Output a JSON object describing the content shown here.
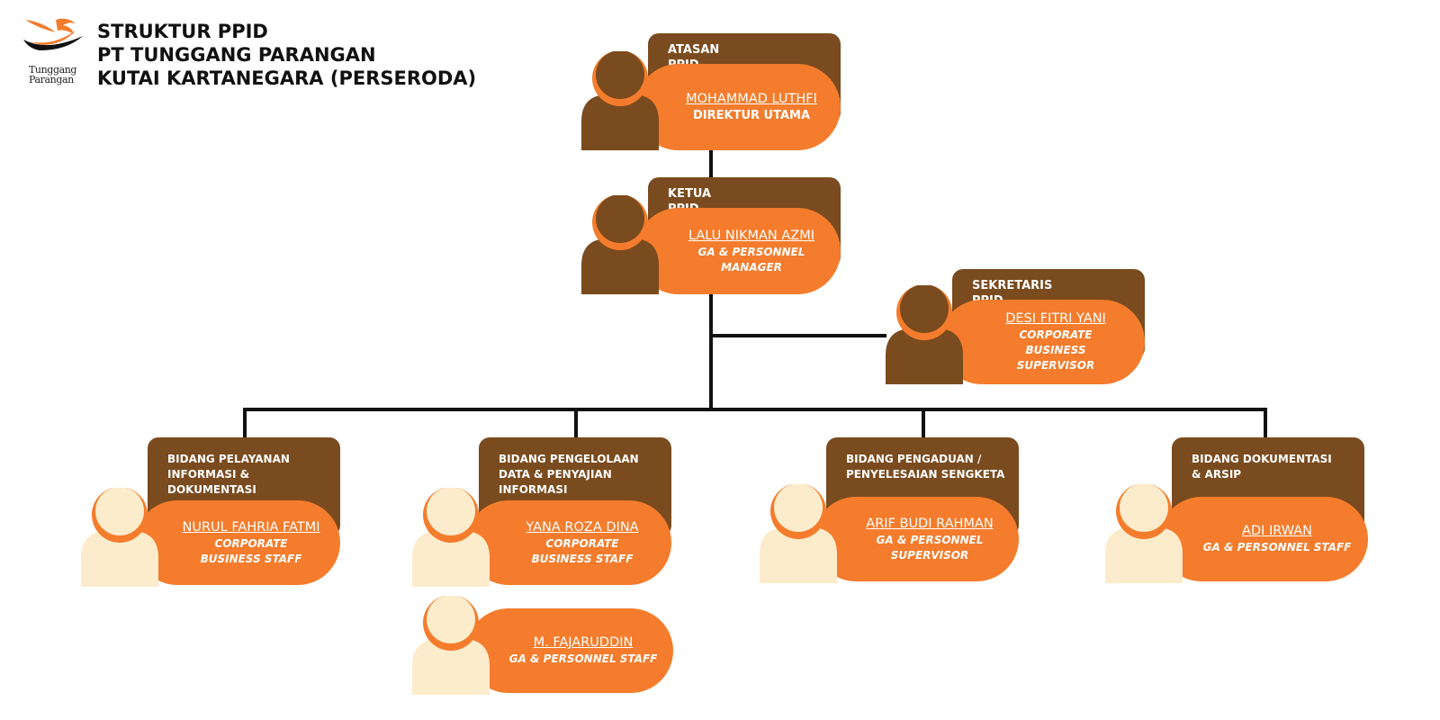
{
  "header": {
    "title_lines": [
      "STRUKTUR PPID",
      "PT TUNGGANG PARANGAN",
      "KUTAI KARTANEGARA (PERSERODA)"
    ],
    "logo_text_lines": [
      "Tunggang",
      "Parangan"
    ]
  },
  "colors": {
    "tab_brown": "#7a4b1e",
    "pill_orange": "#f47c2c",
    "avatar_dark": "#7a4b1e",
    "avatar_light": "#fdeccb",
    "line": "#111111"
  },
  "nodes": {
    "atasan": {
      "role": "ATASAN PPID",
      "name": "MOHAMMAD LUTHFI",
      "position": "DIREKTUR UTAMA"
    },
    "ketua": {
      "role": "KETUA PPID",
      "name": "LALU NIKMAN AZMI",
      "position": "GA & PERSONNEL MANAGER"
    },
    "sekretaris": {
      "role": "SEKRETARIS PPID",
      "name": "DESI FITRI YANI",
      "position": "CORPORATE BUSINESS SUPERVISOR"
    },
    "pelayanan": {
      "role": "BIDANG PELAYANAN INFORMASI & DOKUMENTASI",
      "name": "NURUL FAHRIA FATMI",
      "position": "CORPORATE BUSINESS STAFF"
    },
    "pengelolaan": {
      "role": "BIDANG PENGELOLAAN DATA & PENYAJIAN INFORMASI",
      "name": "YANA ROZA DINA",
      "position": "CORPORATE BUSINESS STAFF"
    },
    "pengelolaan2": {
      "name": "M. FAJARUDDIN",
      "position": "GA & PERSONNEL STAFF"
    },
    "pengaduan": {
      "role": "BIDANG PENGADUAN / PENYELESAIAN SENGKETA",
      "name": "ARIF BUDI RAHMAN",
      "position": "GA & PERSONNEL SUPERVISOR"
    },
    "dokumentasi": {
      "role": "BIDANG DOKUMENTASI & ARSIP",
      "name": "ADI IRWAN",
      "position": "GA & PERSONNEL STAFF"
    }
  }
}
